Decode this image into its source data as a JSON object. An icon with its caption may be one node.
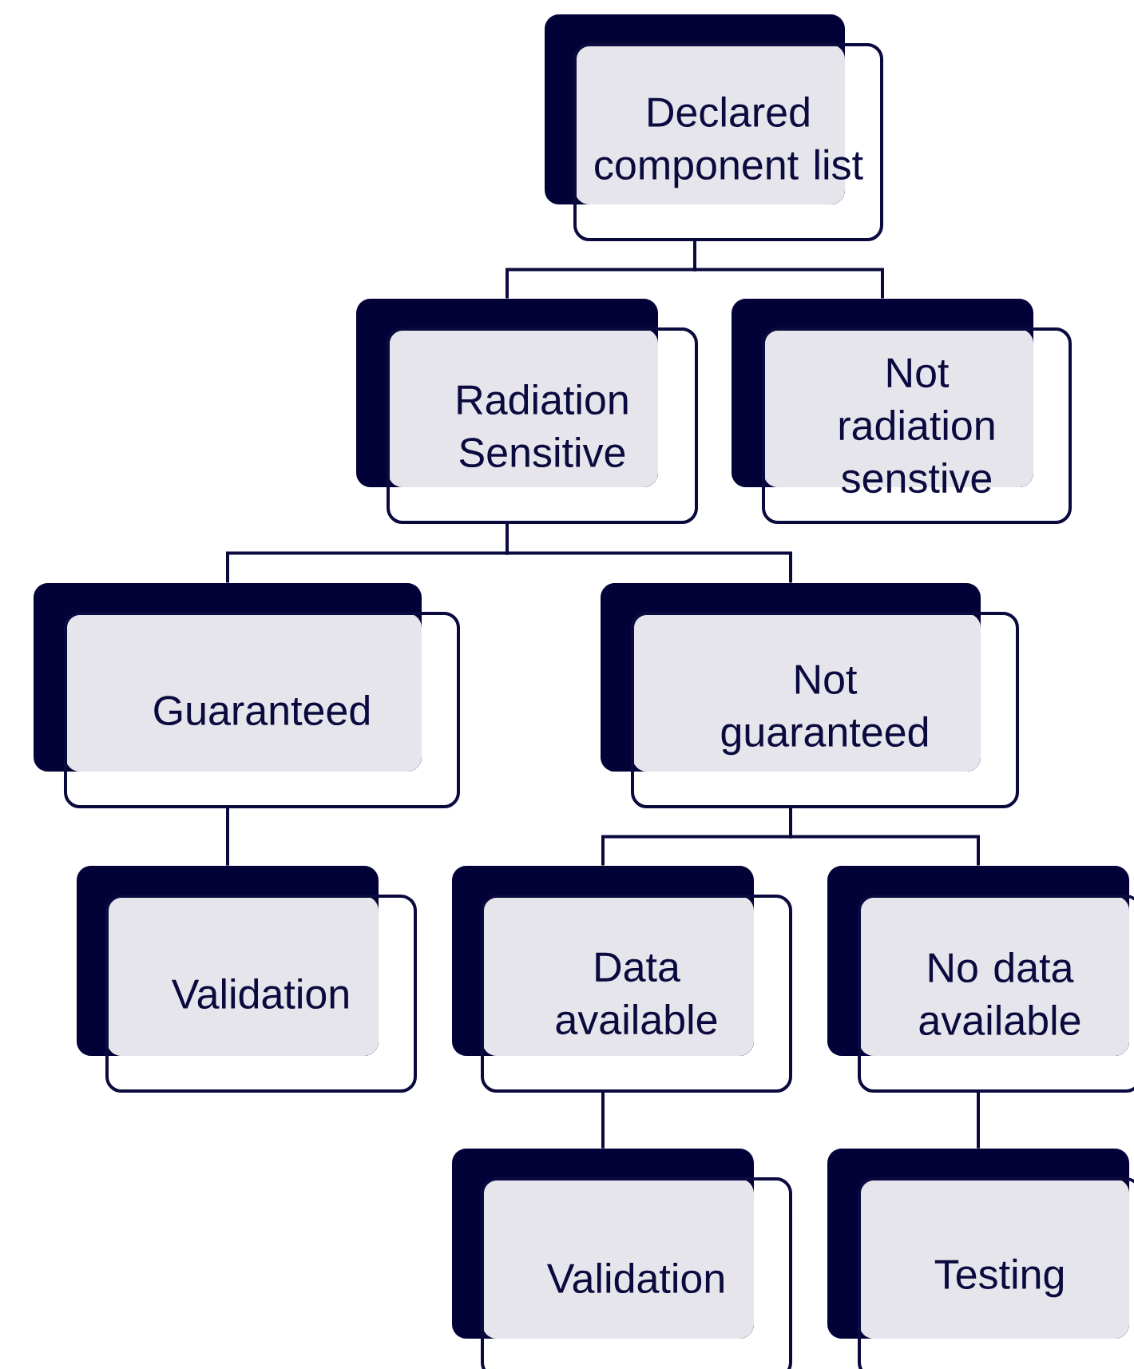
{
  "diagram": {
    "nodes": [
      {
        "text": [
          "Declared component list"
        ]
      },
      {
        "text": [
          "Radiation Sensitive"
        ]
      },
      {
        "text": [
          "Not radiation senstive"
        ]
      },
      {
        "text": [
          "Guaranteed"
        ]
      },
      {
        "text": [
          "Not guaranteed"
        ]
      },
      {
        "text": [
          "Validation"
        ]
      },
      {
        "text": [
          "Data available"
        ]
      },
      {
        "text": [
          "No data available"
        ]
      },
      {
        "text": [
          "Validation"
        ]
      },
      {
        "text": [
          "Testing"
        ]
      }
    ],
    "edges": [
      {
        "from": 0,
        "to": 1,
        "arrow": "none"
      },
      {
        "from": 0,
        "to": 2,
        "arrow": "none"
      },
      {
        "from": 1,
        "to": 3,
        "arrow": "none"
      },
      {
        "from": 1,
        "to": 4,
        "arrow": "none"
      },
      {
        "from": 3,
        "to": 5,
        "arrow": "none"
      },
      {
        "from": 4,
        "to": 6,
        "arrow": "none"
      },
      {
        "from": 4,
        "to": 7,
        "arrow": "none"
      },
      {
        "from": 6,
        "to": 8,
        "arrow": "none"
      },
      {
        "from": 7,
        "to": 9,
        "arrow": "none"
      }
    ]
  }
}
